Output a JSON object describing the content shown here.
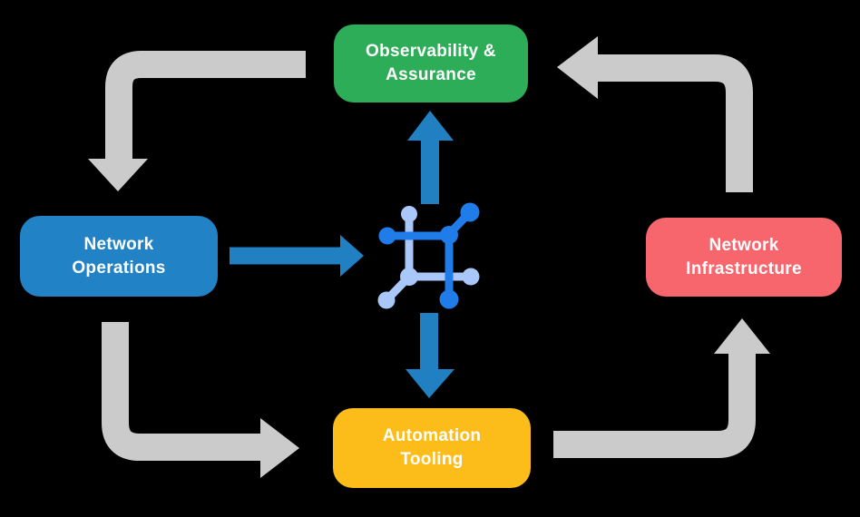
{
  "canvas": {
    "background": "#000000"
  },
  "colors": {
    "arrow_gray": "#cbcbcb",
    "arrow_blue": "#2080c2",
    "icon_blue_dark": "#1f7ce8",
    "icon_blue_light": "#a9c8f9",
    "text": "#ffffff"
  },
  "nodes": {
    "observability": {
      "lines": [
        "Observability &",
        "Assurance"
      ],
      "color": "#2ead58"
    },
    "operations": {
      "lines": [
        "Network",
        "Operations"
      ],
      "color": "#2183c5"
    },
    "infrastructure": {
      "lines": [
        "Network",
        "Infrastructure"
      ],
      "color": "#f7666c"
    },
    "automation": {
      "lines": [
        "Automation",
        "Tooling"
      ],
      "color": "#fcbd1b"
    }
  },
  "icon": {
    "name": "network-mesh-icon"
  }
}
